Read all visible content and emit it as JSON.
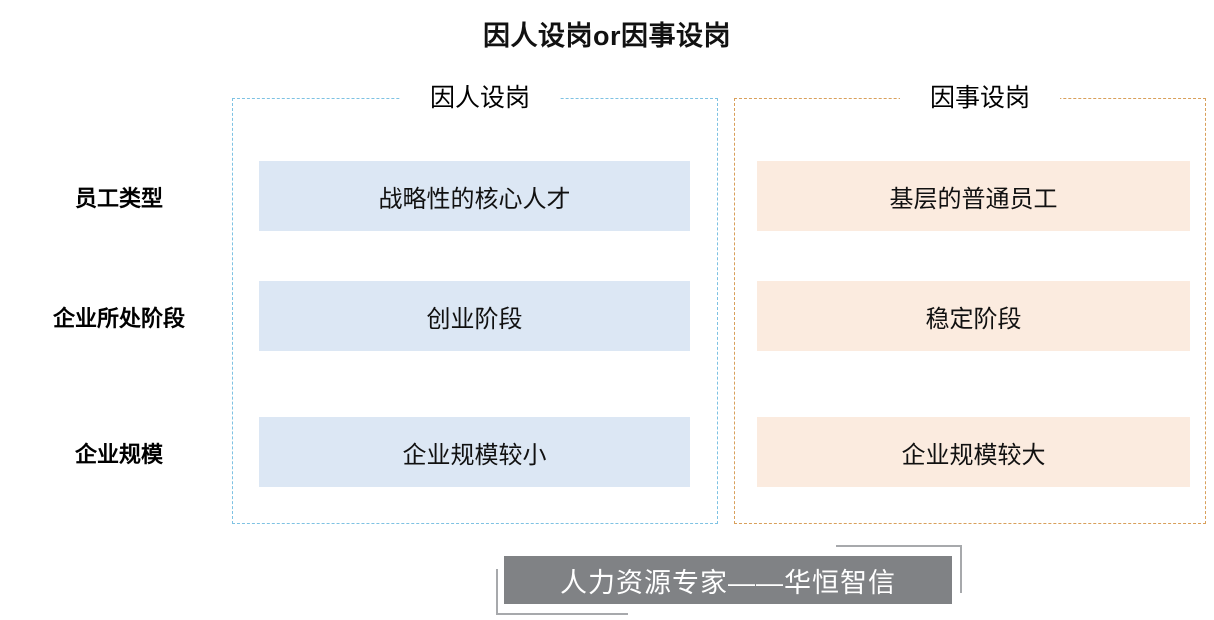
{
  "slide": {
    "title": "因人设岗or因事设岗"
  },
  "columns": [
    {
      "header": "因人设岗",
      "accent": "#7EC2E3",
      "cell_bg": "#DCE7F4"
    },
    {
      "header": "因事设岗",
      "accent": "#D9A05B",
      "cell_bg": "#FBEBDF"
    }
  ],
  "rows": [
    {
      "label": "员工类型",
      "left": "战略性的核心人才",
      "right": "基层的普通员工"
    },
    {
      "label": "企业所处阶段",
      "left": "创业阶段",
      "right": "稳定阶段"
    },
    {
      "label": "企业规模",
      "left": "企业规模较小",
      "right": "企业规模较大"
    }
  ],
  "footer": {
    "text": "人力资源专家——华恒智信",
    "banner_color": "#808285",
    "bracket_color": "#A7A9AC"
  }
}
